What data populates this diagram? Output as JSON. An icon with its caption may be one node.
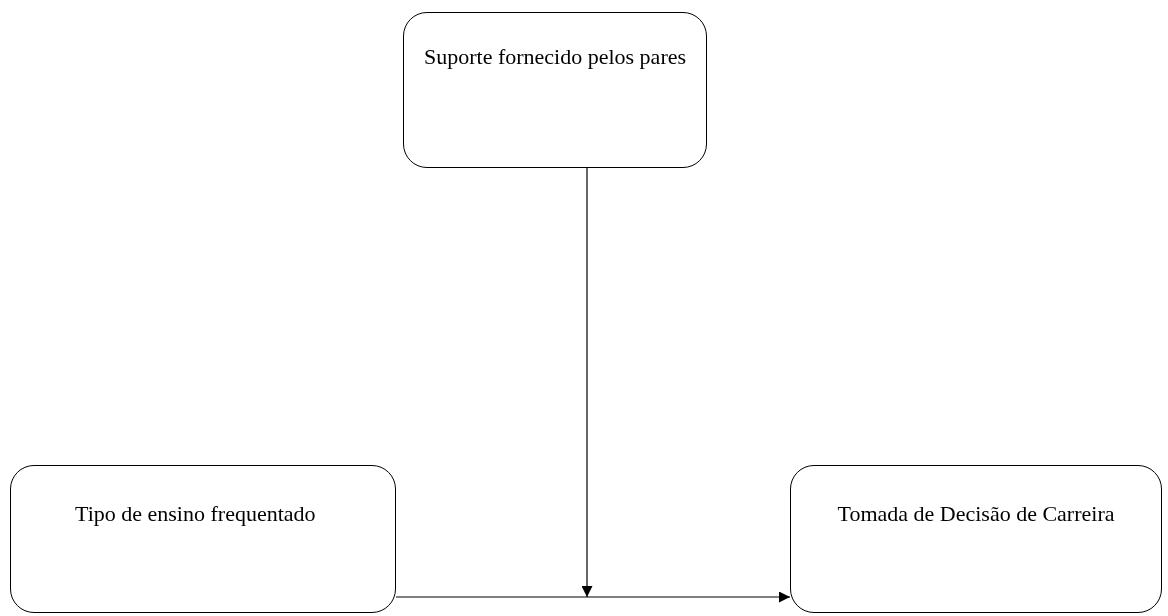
{
  "diagram": {
    "nodes": [
      {
        "text": [
          "Suporte fornecido pelos pares"
        ]
      },
      {
        "text": [
          "Tipo de ensino frequentado"
        ]
      },
      {
        "text": [
          "Tomada de Decisão de Carreira"
        ]
      }
    ],
    "edges": [
      {
        "from": 1,
        "to": 2,
        "arrow": "to"
      },
      {
        "from": 0,
        "to": null,
        "arrow": "to"
      }
    ]
  }
}
